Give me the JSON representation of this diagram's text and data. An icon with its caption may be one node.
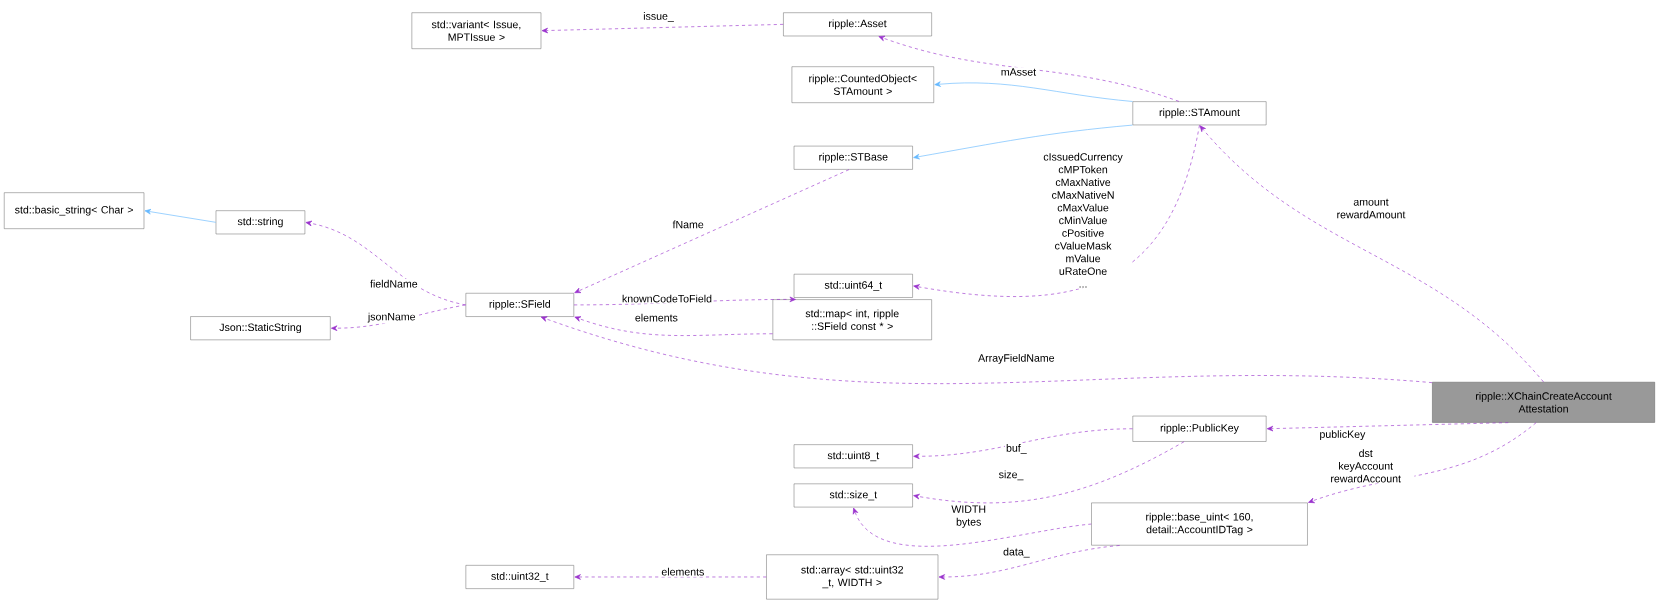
{
  "diagram": {
    "nodes": [
      {
        "text": [
          "std::variant< Issue, MPTIssue >"
        ]
      },
      {
        "text": [
          "ripple::Asset"
        ]
      },
      {
        "text": [
          "ripple::CountedObject< STAmount >"
        ]
      },
      {
        "text": [
          "ripple::STAmount"
        ]
      },
      {
        "text": [
          "ripple::STBase"
        ]
      },
      {
        "text": [
          "std::basic_string< Char >"
        ]
      },
      {
        "text": [
          "std::string"
        ]
      },
      {
        "text": [
          "ripple::SField"
        ]
      },
      {
        "text": [
          "Json::StaticString"
        ]
      },
      {
        "text": [
          "std::uint64_t"
        ]
      },
      {
        "text": [
          "std::map< int, ripple ::SField const * >"
        ]
      },
      {
        "text": [
          "ripple::XChainCreateAccount Attestation"
        ]
      },
      {
        "text": [
          "std::uint8_t"
        ]
      },
      {
        "text": [
          "ripple::PublicKey"
        ]
      },
      {
        "text": [
          "std::size_t"
        ]
      },
      {
        "text": [
          "ripple::base_uint< 160, detail::AccountIDTag >"
        ]
      },
      {
        "text": [
          "std::uint32_t"
        ]
      },
      {
        "text": [
          "std::array< std::uint32 _t, WIDTH >"
        ]
      }
    ],
    "edges": [
      {
        "from": 1,
        "to": 0,
        "arrow": "to",
        "label": "issue_",
        "style": "dashed"
      },
      {
        "from": 3,
        "to": 1,
        "arrow": "to",
        "label": "mAsset",
        "style": "dashed"
      },
      {
        "from": 3,
        "to": 2,
        "arrow": "to",
        "color": "#63b8ff"
      },
      {
        "from": 3,
        "to": 4,
        "arrow": "to",
        "color": "#63b8ff"
      },
      {
        "from": 4,
        "to": 7,
        "arrow": "to",
        "label": "fName",
        "style": "dashed"
      },
      {
        "from": 6,
        "to": 5,
        "arrow": "to",
        "color": "#63b8ff"
      },
      {
        "from": 7,
        "to": 6,
        "arrow": "to",
        "label": "fieldName",
        "style": "dashed"
      },
      {
        "from": 7,
        "to": 8,
        "arrow": "to",
        "label": "jsonName",
        "style": "dashed"
      },
      {
        "from": 7,
        "to": 10,
        "arrow": "to",
        "label": "knownCodeToField",
        "style": "dashed"
      },
      {
        "from": 10,
        "to": 7,
        "arrow": "to",
        "label": "elements",
        "style": "dashed"
      },
      {
        "from": 3,
        "to": 9,
        "arrow": "to",
        "label": "cIssuedCurrency cMPToken cMaxNative cMaxNativeN cMaxValue cMinValue cPositive cValueMask mValue uRateOne ...",
        "style": "dashed"
      },
      {
        "from": 11,
        "to": 7,
        "arrow": "to",
        "label": "ArrayFieldName",
        "style": "dashed"
      },
      {
        "from": 11,
        "to": 3,
        "arrow": "to",
        "label": "amount rewardAmount",
        "style": "dashed"
      },
      {
        "from": 11,
        "to": 13,
        "arrow": "to",
        "label": "publicKey",
        "style": "dashed"
      },
      {
        "from": 13,
        "to": 12,
        "arrow": "to",
        "label": "buf_",
        "style": "dashed"
      },
      {
        "from": 13,
        "to": 14,
        "arrow": "to",
        "label": "size_",
        "style": "dashed"
      },
      {
        "from": 11,
        "to": 15,
        "arrow": "to",
        "label": "dst keyAccount rewardAccount",
        "style": "dashed"
      },
      {
        "from": 15,
        "to": 14,
        "arrow": "to",
        "label": "WIDTH bytes",
        "style": "dashed"
      },
      {
        "from": 15,
        "to": 17,
        "arrow": "to",
        "label": "data_",
        "style": "dashed"
      },
      {
        "from": 17,
        "to": 16,
        "arrow": "to",
        "label": "elements",
        "style": "dashed"
      }
    ]
  }
}
